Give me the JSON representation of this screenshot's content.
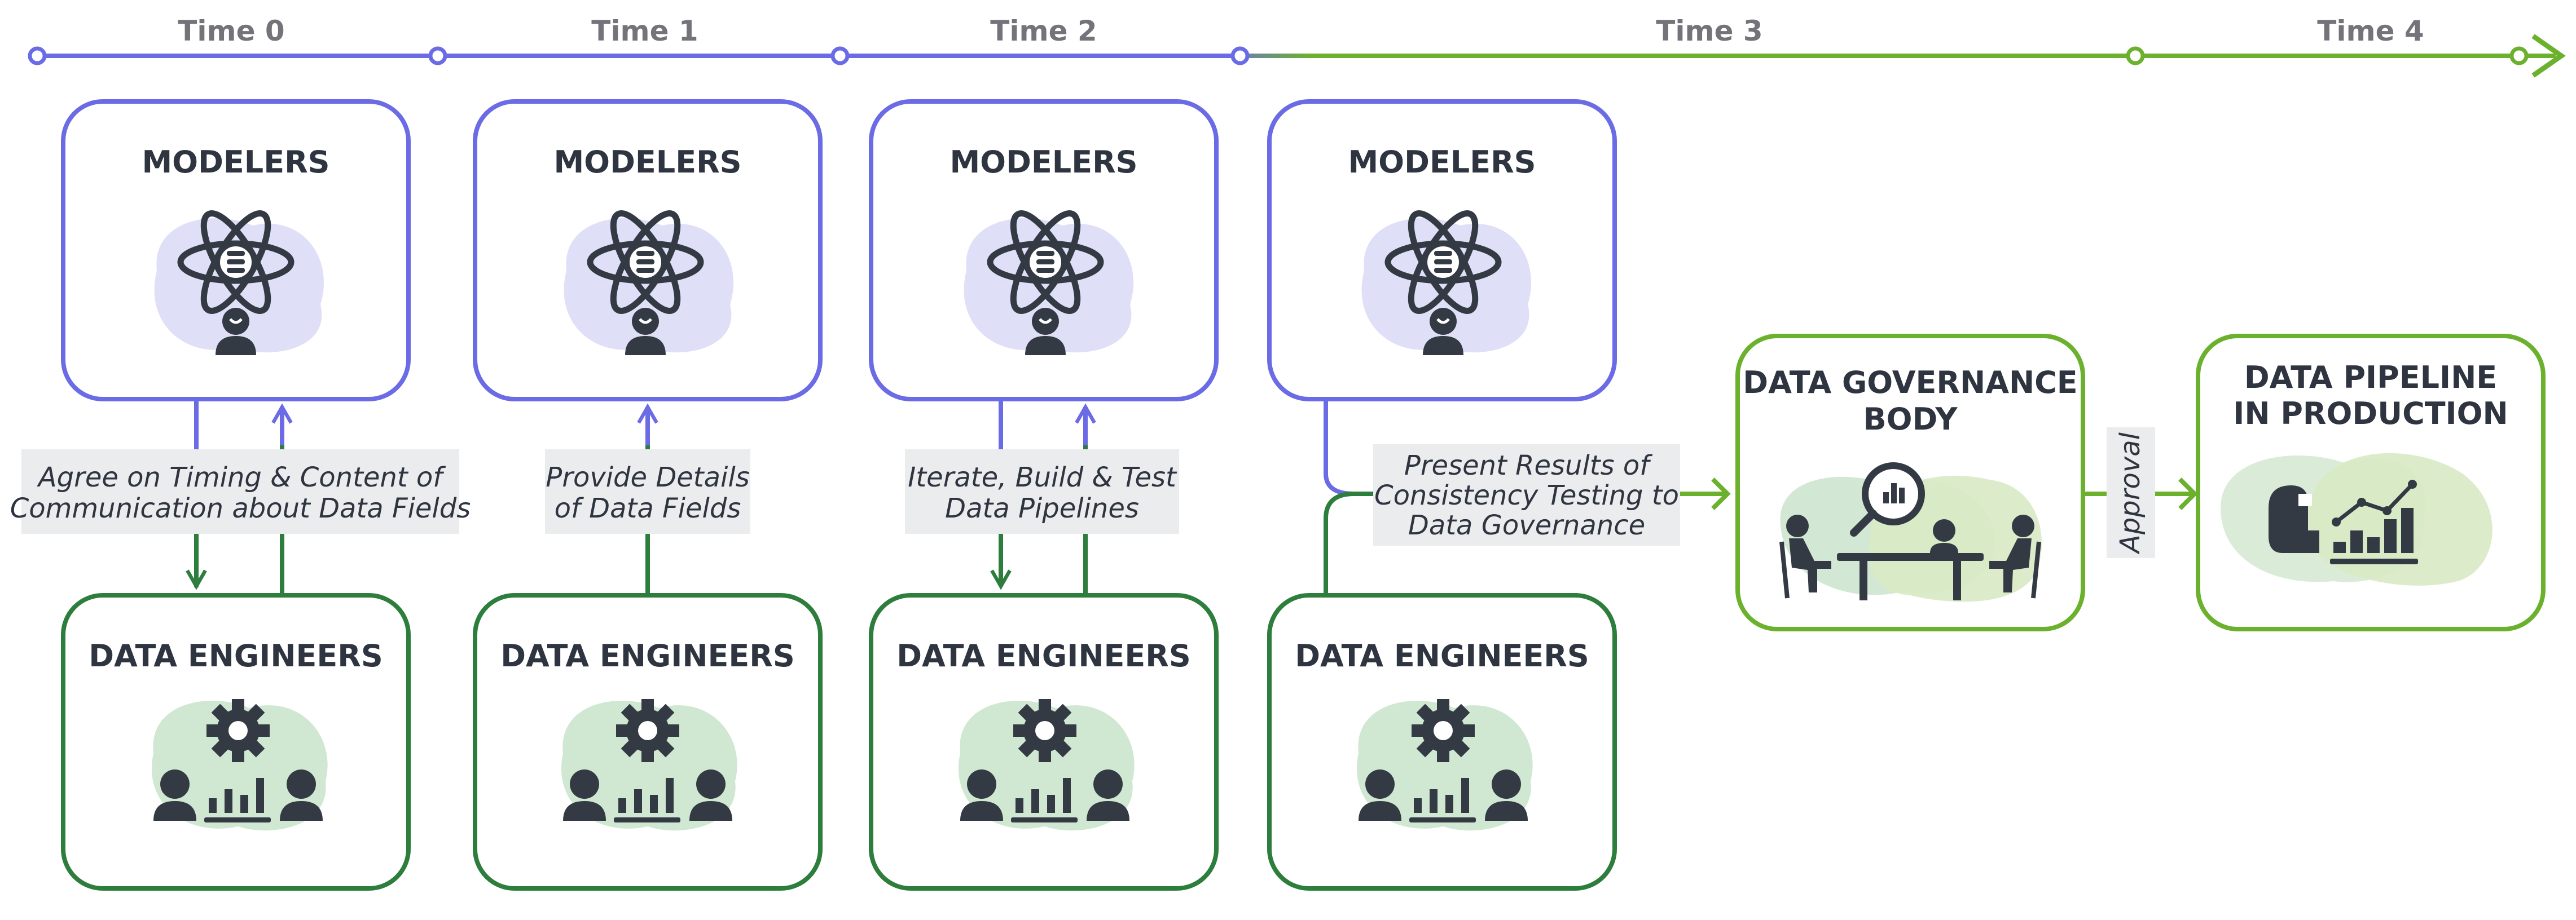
{
  "timeline": {
    "labels": [
      "Time 0",
      "Time 1",
      "Time 2",
      "Time 3",
      "Time 4"
    ]
  },
  "modelers": {
    "title": "MODELERS"
  },
  "engineers": {
    "title": "DATA ENGINEERS"
  },
  "governance": {
    "title_line1": "DATA GOVERNANCE",
    "title_line2": "BODY"
  },
  "pipeline": {
    "title_line1": "DATA PIPELINE",
    "title_line2": "IN PRODUCTION"
  },
  "interactions": [
    {
      "line1": "Agree on Timing & Content of",
      "line2": "Communication about Data Fields"
    },
    {
      "line1": "Provide Details",
      "line2": "of Data Fields"
    },
    {
      "line1": "Iterate, Build & Test",
      "line2": "Data Pipelines"
    },
    {
      "line1": "Present Results of",
      "line2": "Consistency Testing to",
      "line3": "Data Governance"
    }
  ],
  "approval": {
    "label": "Approval"
  },
  "colors": {
    "purple": "#6b6be6",
    "green_dark": "#2d7d3c",
    "green_light": "#6bb12e",
    "label_bg": "#ebecee",
    "icon_dark": "#333a44",
    "blob_purple": "#dcdcf7",
    "blob_green": "#cbe4cd"
  }
}
